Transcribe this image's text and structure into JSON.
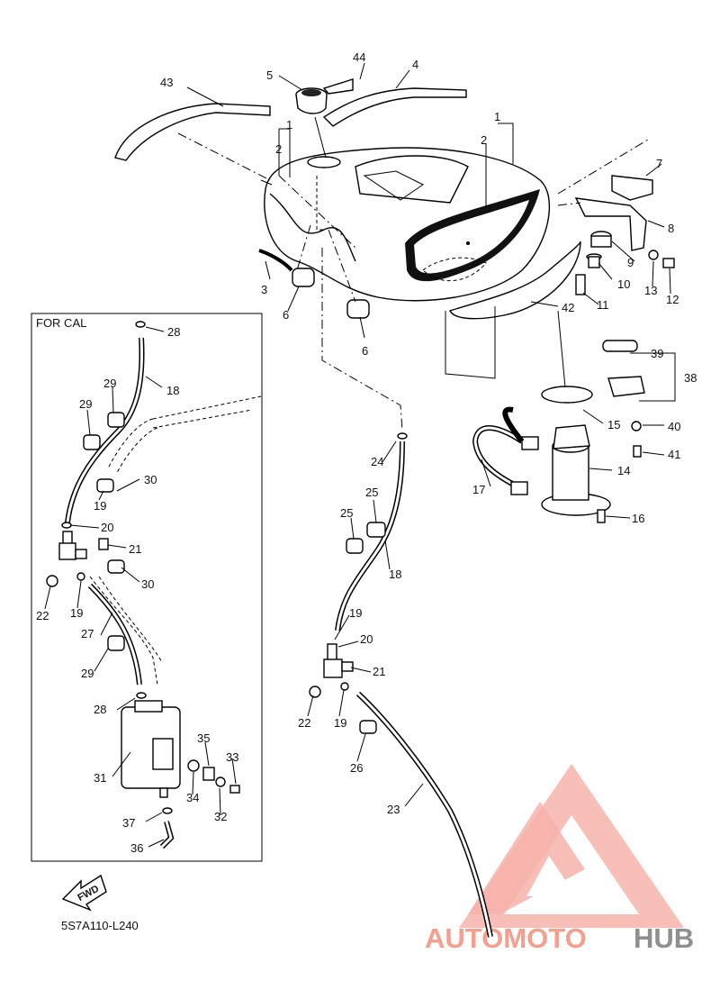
{
  "diagram": {
    "inset_title": "FOR CAL",
    "fwd_label": "FWD",
    "diagram_code": "5S7A110-L240",
    "callouts": [
      "1",
      "1",
      "2",
      "2",
      "3",
      "4",
      "5",
      "6",
      "6",
      "7",
      "8",
      "9",
      "10",
      "11",
      "12",
      "13",
      "14",
      "15",
      "16",
      "17",
      "18",
      "18",
      "19",
      "19",
      "19",
      "19",
      "20",
      "20",
      "21",
      "21",
      "22",
      "22",
      "23",
      "24",
      "25",
      "25",
      "26",
      "27",
      "28",
      "28",
      "29",
      "29",
      "29",
      "30",
      "30",
      "31",
      "32",
      "33",
      "34",
      "35",
      "36",
      "37",
      "38",
      "39",
      "40",
      "41",
      "42",
      "43",
      "44"
    ]
  },
  "watermark": {
    "brand_part1": "AUTOMOTO",
    "brand_part2": "HUB",
    "color_primary": "#f5a39a",
    "color_secondary": "#9a9a9a"
  }
}
